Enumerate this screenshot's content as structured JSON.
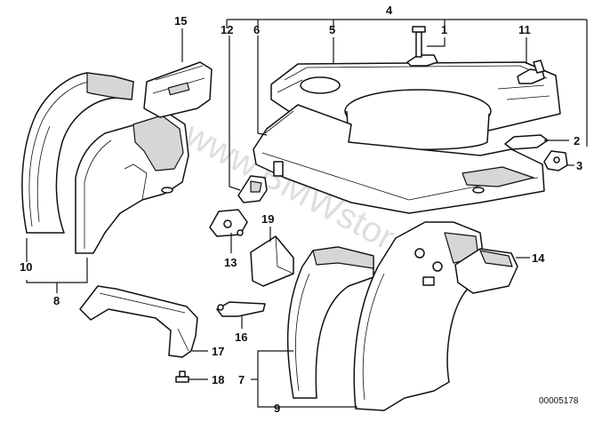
{
  "diagram": {
    "callouts": [
      "1",
      "2",
      "3",
      "4",
      "5",
      "6",
      "7",
      "8",
      "9",
      "10",
      "11",
      "12",
      "13",
      "14",
      "15",
      "16",
      "17",
      "18",
      "19"
    ],
    "drawing_code": "00005178",
    "watermark": "www.BMWstore.pl"
  }
}
